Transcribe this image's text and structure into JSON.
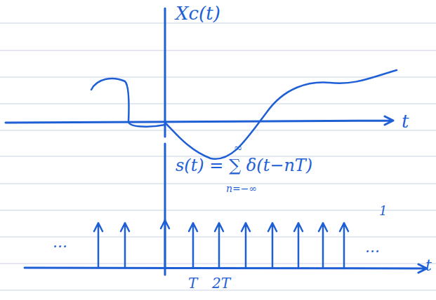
{
  "diagram": {
    "labels": [
      "Xc(t)",
      "t",
      "s(t) = ∑ δ(t−nT)",
      "∞",
      "n=−∞",
      "...",
      "1",
      "...",
      "T",
      "2T",
      "t"
    ]
  }
}
